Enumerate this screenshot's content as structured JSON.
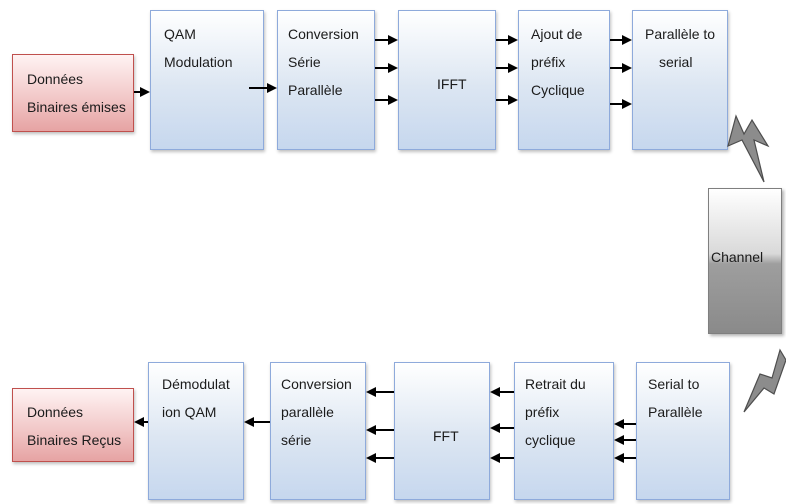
{
  "tx": {
    "input": [
      "Données",
      "Binaires émises"
    ],
    "qam": [
      "QAM",
      "Modulation"
    ],
    "sp": [
      "Conversion",
      "Série",
      "Parallèle"
    ],
    "ifft": "IFFT",
    "cp_add": [
      "Ajout de",
      "préfix",
      "Cyclique"
    ],
    "ps": [
      "Parallèle to",
      "serial"
    ]
  },
  "channel": "Channel",
  "rx": {
    "sp": [
      "Serial to",
      "Parallèle"
    ],
    "cp_remove": [
      "Retrait du",
      "préfix",
      "cyclique"
    ],
    "fft": "FFT",
    "ps": [
      "Conversion",
      "parallèle",
      "série"
    ],
    "demod": [
      "Démodulat",
      "ion QAM"
    ],
    "output": [
      "Données",
      "Binaires Reçus"
    ]
  },
  "colors": {
    "block_fill": "#dce6f2",
    "block_border": "#8eaadb",
    "io_fill": "#f2c9c9",
    "io_border": "#c0504d",
    "channel_fill": "#8a8a8a",
    "arrow": "#000000"
  },
  "icons": [
    "lightning-bolt-icon",
    "lightning-bolt-icon"
  ]
}
